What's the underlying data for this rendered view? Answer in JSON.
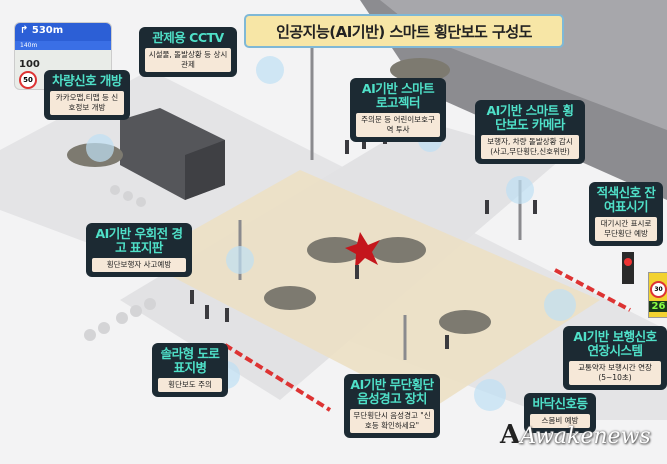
{
  "title": "인공지능(AI기반) 스마트 횡단보도 구성도",
  "navigation_app": {
    "distance": "530m",
    "sub_distance": "140m",
    "current_speed": "100",
    "speed_limit": "50"
  },
  "callouts": {
    "cctv": {
      "heading": "관제용 CCTV",
      "desc": "시설물, 돌발상황 등 상시 관제"
    },
    "vehicle_signal": {
      "heading": "차량신호 개방",
      "desc": "카카오맵,티맵 등 신호정보 개방"
    },
    "logojector": {
      "heading": "AI기반 스마트 로고젝터",
      "desc": "주의문 등 어린이보호구역 투사"
    },
    "camera": {
      "heading": "AI기반 스마트 횡단보도 카메라",
      "desc": "보행자, 차량 돌발상황 감시 (사고,무단횡단,신호위반)"
    },
    "red_timer": {
      "heading": "적색신호 잔여표시기",
      "desc": "대기시간 표시로 무단횡단 예방"
    },
    "right_turn": {
      "heading": "AI기반 우회전 경고 표지판",
      "desc": "횡단보행자 사고예방"
    },
    "solar_marker": {
      "heading": "솔라형 도로표지병",
      "desc": "횡단보도 주의"
    },
    "voice_warning": {
      "heading": "AI기반 무단횡단 음성경고 장치",
      "desc": "무단횡단시 음성경고 \"신호등 확인하세요\""
    },
    "signal_extension": {
      "heading": "AI기반 보행신호 연장시스템",
      "desc": "교통약자 보행시간 연장 (5~10초)"
    },
    "floor_signal": {
      "heading": "바닥신호등",
      "desc": "스몸비 예방"
    }
  },
  "speed_sign": {
    "limit": "30",
    "count": "26"
  },
  "watermark": "Awakenews",
  "colors": {
    "callout_bg": "#1c2a33",
    "callout_heading": "#4fe0c8",
    "title_bg": "#f7e6a6",
    "crosswalk": "#ece0c4",
    "road": "#e4e4e6"
  }
}
